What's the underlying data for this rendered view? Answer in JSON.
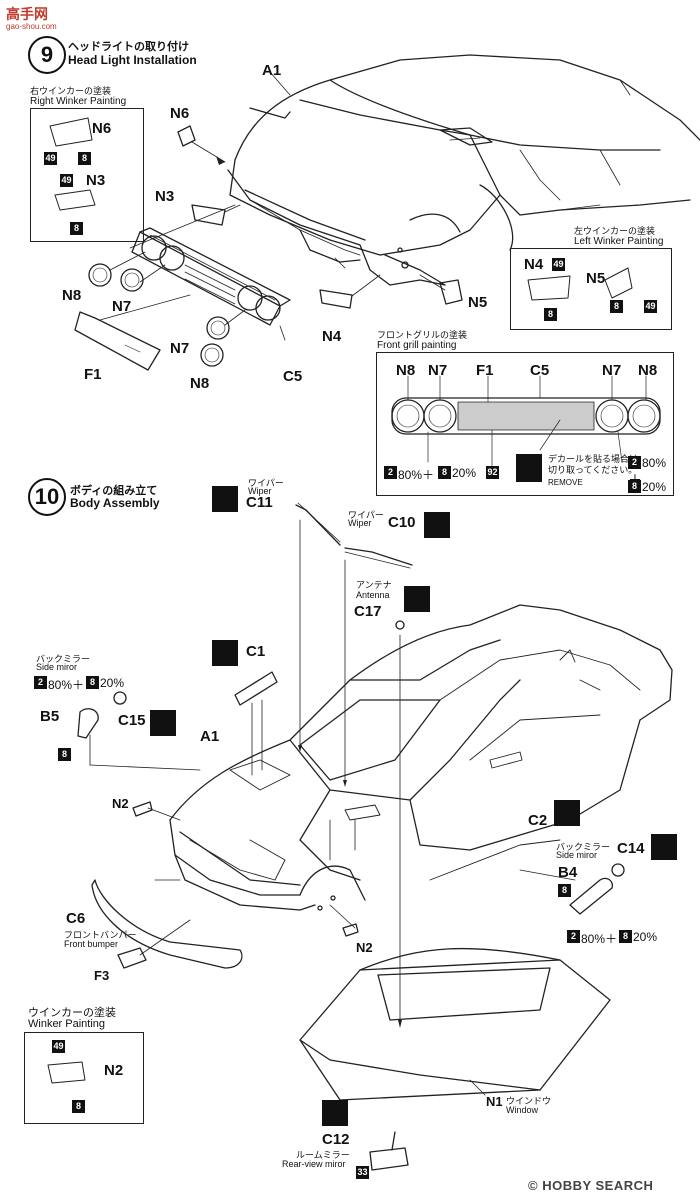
{
  "watermark": {
    "site_cn": "高手网",
    "site_url": "gao-shou.com"
  },
  "footer": {
    "copyright": "© HOBBY SEARCH",
    "brand": "HOBBY SEARCH"
  },
  "step9": {
    "number": "9",
    "title_jp": "ヘッドライトの取り付け",
    "title_en": "Head Light Installation",
    "right_winker": {
      "title_jp": "右ウインカーの塗装",
      "title_en": "Right Winker Painting",
      "part_a": "N6",
      "part_a_colors": [
        "49",
        "8"
      ],
      "part_b": "N3",
      "part_b_colors": [
        "49",
        "8"
      ]
    },
    "left_winker": {
      "title_jp": "左ウインカーの塗装",
      "title_en": "Left Winker Painting",
      "part_a": "N4",
      "part_a_colors": [
        "49",
        "8"
      ],
      "part_b": "N5",
      "part_b_colors": [
        "8",
        "49"
      ]
    },
    "grill": {
      "title_jp": "フロントグリルの塗装",
      "title_en": "Front grill painting",
      "labels": [
        "N8",
        "N7",
        "F1",
        "C5",
        "N7",
        "N8"
      ],
      "mix_left": "80%＋",
      "mix_left_b": "20%",
      "mix_colors": [
        "2",
        "8"
      ],
      "center_color": "92",
      "mix_right_a": "80%",
      "mix_right_b": "20%",
      "decal_note_jp": "デカールを貼る場合は\n切り取ってください。",
      "decal_note_en": "REMOVE"
    },
    "parts": {
      "A1": "A1",
      "N6": "N6",
      "N3": "N3",
      "N8a": "N8",
      "N7a": "N7",
      "F1": "F1",
      "N7b": "N7",
      "N8b": "N8",
      "C5": "C5",
      "N4": "N4",
      "N5": "N5"
    }
  },
  "step10": {
    "number": "10",
    "title_jp": "ボディの組み立て",
    "title_en": "Body Assembly",
    "wiper1": {
      "jp": "ワイパー",
      "en": "Wiper",
      "part": "C11"
    },
    "wiper2": {
      "jp": "ワイパー",
      "en": "Wiper",
      "part": "C10"
    },
    "antenna": {
      "jp": "アンテナ",
      "en": "Antenna",
      "part": "C17"
    },
    "c1": "C1",
    "mirror_left": {
      "jp": "バックミラー",
      "en": "Side miror",
      "mix_a": "80%＋",
      "mix_b": "20%",
      "colors": [
        "2",
        "8"
      ],
      "part": "B5",
      "part2": "C15",
      "color": "8"
    },
    "a1": "A1",
    "n2a": "N2",
    "c2": "C2",
    "mirror_right": {
      "jp": "バックミラー",
      "en": "Side miror",
      "part": "B4",
      "part2": "C14",
      "color": "8",
      "mix_a": "80%＋",
      "mix_b": "20%",
      "colors": [
        "2",
        "8"
      ]
    },
    "c6": {
      "part": "C6",
      "jp": "フロントバンパー",
      "en": "Front bumper"
    },
    "f3": "F3",
    "n2b": "N2",
    "winker": {
      "title_jp": "ウインカーの塗装",
      "title_en": "Winker Painting",
      "part": "N2",
      "colors": [
        "49",
        "8"
      ]
    },
    "n1": {
      "part": "N1",
      "jp": "ウインドウ",
      "en": "Window"
    },
    "c12": {
      "part": "C12",
      "jp": "ルームミラー",
      "en": "Rear-view miror",
      "color": "33"
    }
  }
}
